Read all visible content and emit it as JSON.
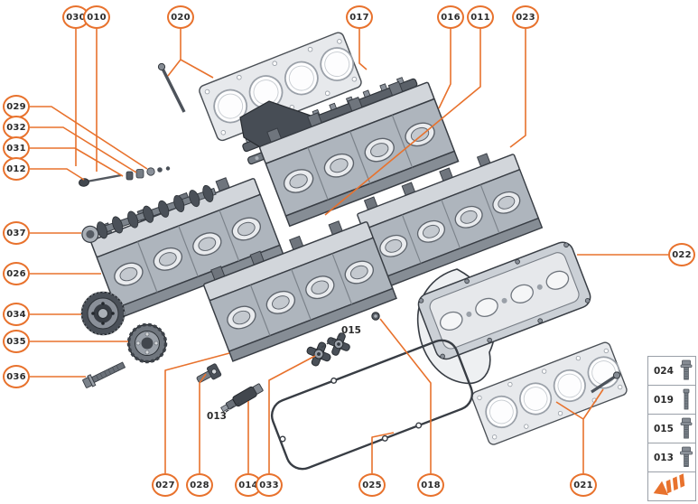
{
  "colors": {
    "accent": "#e8722d",
    "part_outline": "#383d44",
    "part_mid": "#9aa0a8",
    "part_light": "#e7e9ec",
    "label_text": "#2b2b2b",
    "legend_border": "#9aa0a8"
  },
  "callouts": {
    "top": [
      "030",
      "010",
      "020",
      "017",
      "016",
      "011",
      "023"
    ],
    "left": [
      "029",
      "032",
      "031",
      "012",
      "037",
      "026",
      "034",
      "035",
      "036"
    ],
    "bottom": [
      "027",
      "028",
      "014",
      "033",
      "025",
      "018",
      "021"
    ],
    "right": [
      "022"
    ]
  },
  "inline_labels": [
    "015",
    "013"
  ],
  "legend": {
    "items": [
      {
        "label": "024",
        "icon": "flange-bolt-icon"
      },
      {
        "label": "019",
        "icon": "stud-bolt-icon"
      },
      {
        "label": "015",
        "icon": "flange-bolt-icon"
      },
      {
        "label": "013",
        "icon": "washer-bolt-icon"
      }
    ],
    "arrow": "front-direction-arrow-icon"
  }
}
